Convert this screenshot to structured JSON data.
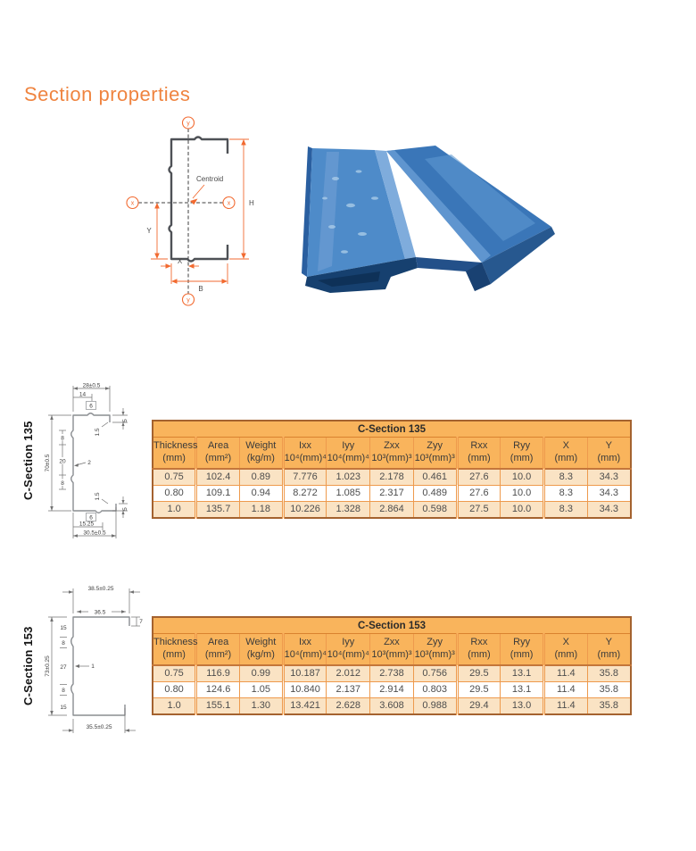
{
  "page": {
    "title": "Section properties"
  },
  "diagram": {
    "centroid_label": "Centroid",
    "axis_y_top": "y",
    "axis_y_bottom": "y",
    "axis_x_left": "x",
    "axis_x_right": "x",
    "dim_h": "H",
    "dim_b": "B",
    "dim_x": "X",
    "dim_y": "Y"
  },
  "sections": [
    {
      "side_label": "C-Section 135",
      "drawing": {
        "top_width": "28±0.5",
        "top_inner": "14",
        "top_bump": "6",
        "top_lip": "5",
        "top_lip_radius": "1.5",
        "height": "70±0.5",
        "web_seg_top": "8",
        "web_seg_mid": "20",
        "web_seg_bot": "8",
        "thickness": "2",
        "bot_lip_radius": "1.5",
        "bot_bump": "6",
        "bot_lip": "5",
        "bot_inner": "15.25",
        "bot_width": "30.5±0.5"
      },
      "table": {
        "title": "C-Section 135",
        "columns": [
          {
            "name": "Thickness",
            "unit": "(mm)"
          },
          {
            "name": "Area",
            "unit": "(mm²)"
          },
          {
            "name": "Weight",
            "unit": "(kg/m)"
          },
          {
            "name": "Ixx",
            "unit": "10⁴(mm)⁴"
          },
          {
            "name": "Iyy",
            "unit": "10⁴(mm)⁴"
          },
          {
            "name": "Zxx",
            "unit": "10³(mm)³"
          },
          {
            "name": "Zyy",
            "unit": "10³(mm)³"
          },
          {
            "name": "Rxx",
            "unit": "(mm)"
          },
          {
            "name": "Ryy",
            "unit": "(mm)"
          },
          {
            "name": "X",
            "unit": "(mm)"
          },
          {
            "name": "Y",
            "unit": "(mm)"
          }
        ],
        "rows": [
          [
            "0.75",
            "102.4",
            "0.89",
            "7.776",
            "1.023",
            "2.178",
            "0.461",
            "27.6",
            "10.0",
            "8.3",
            "34.3"
          ],
          [
            "0.80",
            "109.1",
            "0.94",
            "8.272",
            "1.085",
            "2.317",
            "0.489",
            "27.6",
            "10.0",
            "8.3",
            "34.3"
          ],
          [
            "1.0",
            "135.7",
            "1.18",
            "10.226",
            "1.328",
            "2.864",
            "0.598",
            "27.5",
            "10.0",
            "8.3",
            "34.3"
          ]
        ]
      }
    },
    {
      "side_label": "C-Section 153",
      "drawing": {
        "top_width": "38.5±0.25",
        "top_inner": "36.5",
        "top_lip": "7",
        "height": "73±0.25",
        "seg1": "15",
        "seg2": "8",
        "seg3": "27",
        "seg4": "8",
        "seg5": "15",
        "thickness": "1",
        "bot_width": "35.5±0.25"
      },
      "table": {
        "title": "C-Section 153",
        "columns": [
          {
            "name": "Thickness",
            "unit": "(mm)"
          },
          {
            "name": "Area",
            "unit": "(mm²)"
          },
          {
            "name": "Weight",
            "unit": "(kg/m)"
          },
          {
            "name": "Ixx",
            "unit": "10⁴(mm)⁴"
          },
          {
            "name": "Iyy",
            "unit": "10⁴(mm)⁴"
          },
          {
            "name": "Zxx",
            "unit": "10³(mm)³"
          },
          {
            "name": "Zyy",
            "unit": "10³(mm)³"
          },
          {
            "name": "Rxx",
            "unit": "(mm)"
          },
          {
            "name": "Ryy",
            "unit": "(mm)"
          },
          {
            "name": "X",
            "unit": "(mm)"
          },
          {
            "name": "Y",
            "unit": "(mm)"
          }
        ],
        "rows": [
          [
            "0.75",
            "116.9",
            "0.99",
            "10.187",
            "2.012",
            "2.738",
            "0.756",
            "29.5",
            "13.1",
            "11.4",
            "35.8"
          ],
          [
            "0.80",
            "124.6",
            "1.05",
            "10.840",
            "2.137",
            "2.914",
            "0.803",
            "29.5",
            "13.1",
            "11.4",
            "35.8"
          ],
          [
            "1.0",
            "155.1",
            "1.30",
            "13.421",
            "2.628",
            "3.608",
            "0.988",
            "29.4",
            "13.0",
            "11.4",
            "35.8"
          ]
        ]
      }
    }
  ]
}
